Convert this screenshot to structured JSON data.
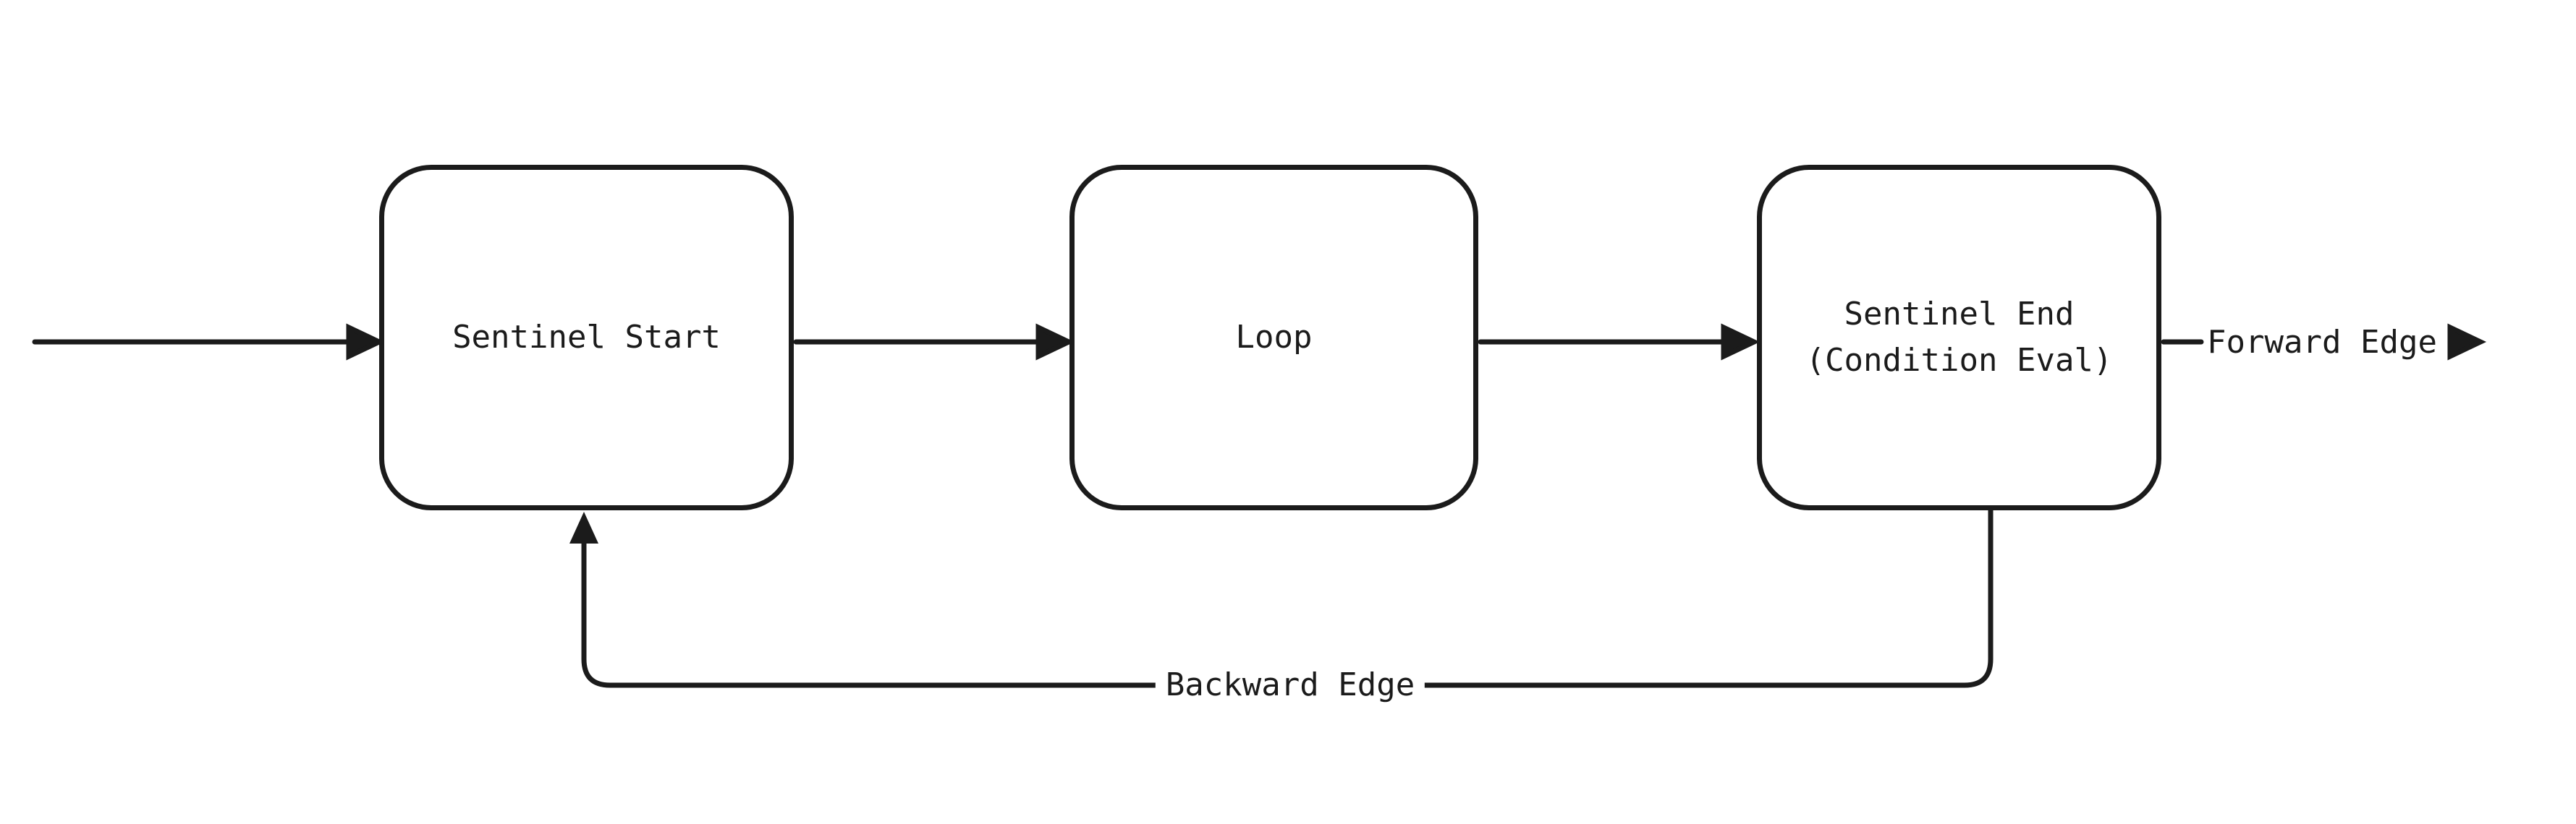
{
  "diagram": {
    "type": "flowchart",
    "background": "#ffffff",
    "stroke_color": "#1b1b1b",
    "nodes": [
      {
        "id": "sentinel-start",
        "label": "Sentinel Start"
      },
      {
        "id": "loop",
        "label": "Loop"
      },
      {
        "id": "sentinel-end",
        "label": "Sentinel End\n(Condition Eval)"
      }
    ],
    "edges": [
      {
        "id": "entry",
        "from": "",
        "to": "sentinel-start",
        "label": ""
      },
      {
        "id": "start-to-loop",
        "from": "sentinel-start",
        "to": "loop",
        "label": ""
      },
      {
        "id": "loop-to-end",
        "from": "loop",
        "to": "sentinel-end",
        "label": ""
      },
      {
        "id": "forward-edge",
        "from": "sentinel-end",
        "to": "out",
        "label": "Forward Edge"
      },
      {
        "id": "backward-edge",
        "from": "sentinel-end",
        "to": "sentinel-start",
        "label": "Backward Edge"
      }
    ]
  }
}
